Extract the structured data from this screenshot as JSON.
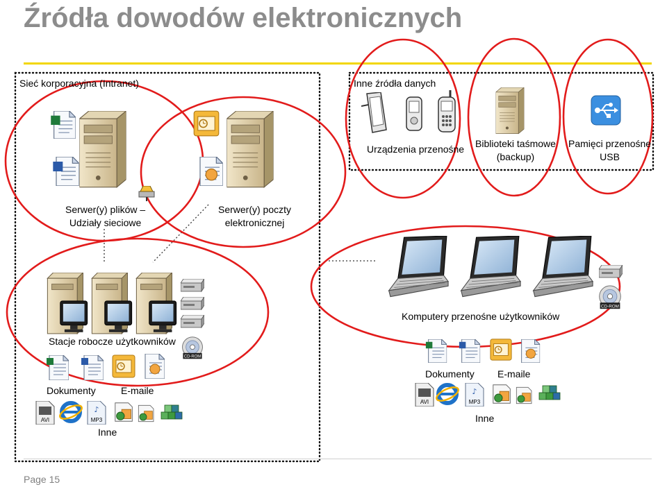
{
  "title": "Źródła dowodów elektronicznych",
  "footer": "Page 15",
  "labels": {
    "intranet": "Sieć korporacyjna (Intranet)",
    "other_sources": "Inne źródła danych",
    "mobile_devices": "Urządzenia przenośne",
    "tape_libraries": "Biblioteki taśmowe\n(backup)",
    "usb_memory": "Pamięci przenośne\nUSB",
    "file_servers": "Serwer(y) plików –\nUdziały sieciowe",
    "mail_servers": "Serwer(y) poczty\nelektronicznej",
    "workstations": "Stacje robocze użytkowników",
    "laptops": "Komputery przenośne użytkowników",
    "documents_left": "Dokumenty",
    "emails_left": "E-maile",
    "other_left": "Inne",
    "documents_right": "Dokumenty",
    "emails_right": "E-maile",
    "other_right": "Inne"
  },
  "icon_text": {
    "cdrom": "CD-ROM",
    "avi": "AVI",
    "mp3": "MP3"
  },
  "colors": {
    "ellipse": "#e21b1b",
    "title": "#8c8c8c",
    "rule": "#f2d600"
  }
}
